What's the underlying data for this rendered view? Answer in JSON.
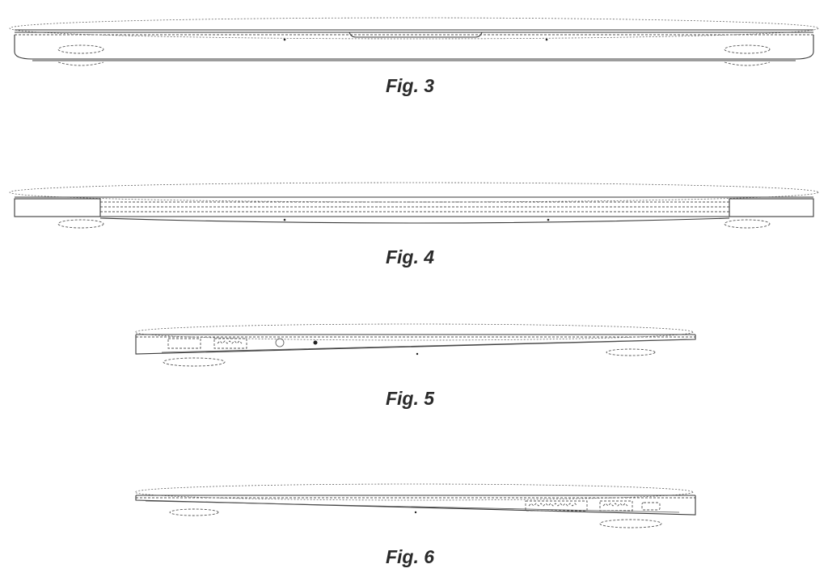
{
  "figures": [
    {
      "id": "fig3",
      "caption": "Fig. 3",
      "view": "front"
    },
    {
      "id": "fig4",
      "caption": "Fig. 4",
      "view": "rear"
    },
    {
      "id": "fig5",
      "caption": "Fig. 5",
      "view": "left-side"
    },
    {
      "id": "fig6",
      "caption": "Fig. 6",
      "view": "right-side"
    }
  ],
  "colors": {
    "line": "#3a3a3a",
    "background": "#ffffff",
    "caption": "#2a2a2a"
  }
}
